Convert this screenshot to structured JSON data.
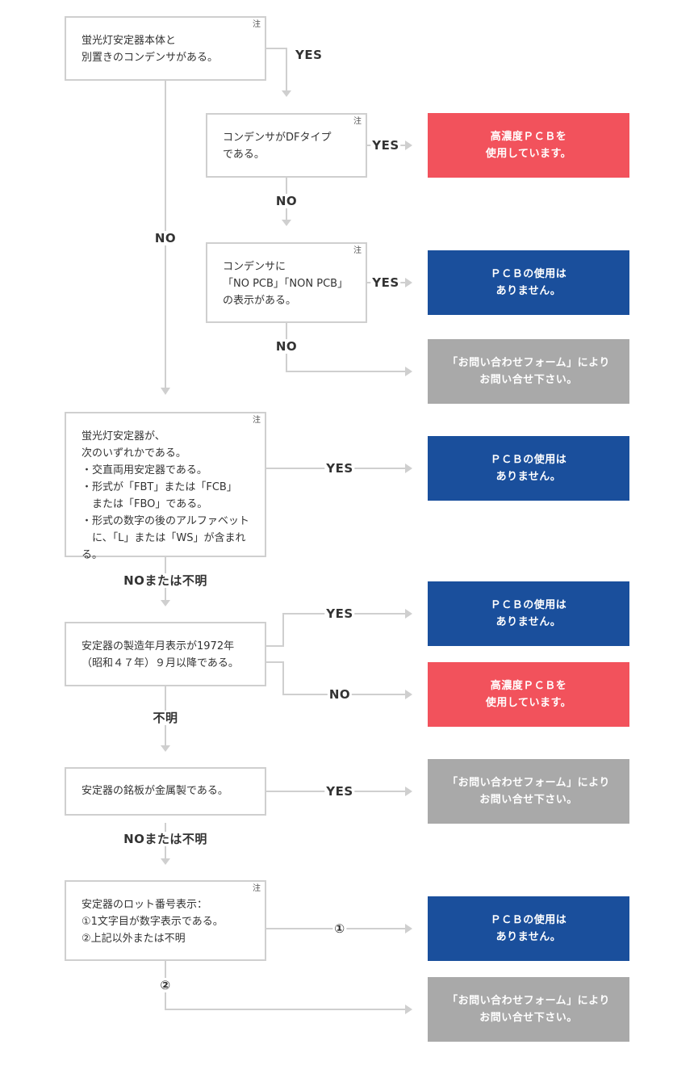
{
  "questions": {
    "q1": {
      "text": "蛍光灯安定器本体と\n別置きのコンデンサがある。",
      "note": "注"
    },
    "q2": {
      "text": "コンデンサがDFタイプ\nである。",
      "note": "注"
    },
    "q3": {
      "text": "コンデンサに\n「NO PCB」「NON PCB」\nの表示がある。",
      "note": "注"
    },
    "q4": {
      "text": "蛍光灯安定器が、\n次のいずれかである。\n・交直両用安定器である。\n・形式が「FBT」または「FCB」\n　または「FBO」である。\n・形式の数字の後のアルファベット\n　に、「L」または「WS」が含まれる。",
      "note": "注"
    },
    "q5": {
      "text": "安定器の製造年月表示が1972年\n（昭和４７年）９月以降である。"
    },
    "q6": {
      "text": "安定器の銘板が金属製である。"
    },
    "q7": {
      "text": "安定器のロット番号表示：\n①1文字目が数字表示である。\n②上記以外または不明",
      "note": "注"
    }
  },
  "results": {
    "r1": {
      "text": "高濃度ＰＣＢを\n使用しています。",
      "color": "#f2525c"
    },
    "r2": {
      "text": "ＰＣＢの使用は\nありません。",
      "color": "#1a4f9c"
    },
    "r3": {
      "text": "「お問い合わせフォーム」により\nお問い合せ下さい。",
      "color": "#a9a9a9"
    },
    "r4": {
      "text": "ＰＣＢの使用は\nありません。",
      "color": "#1a4f9c"
    },
    "r5": {
      "text": "ＰＣＢの使用は\nありません。",
      "color": "#1a4f9c"
    },
    "r6": {
      "text": "高濃度ＰＣＢを\n使用しています。",
      "color": "#f2525c"
    },
    "r7": {
      "text": "「お問い合わせフォーム」により\nお問い合せ下さい。",
      "color": "#a9a9a9"
    },
    "r8": {
      "text": "ＰＣＢの使用は\nありません。",
      "color": "#1a4f9c"
    },
    "r9": {
      "text": "「お問い合わせフォーム」により\nお問い合せ下さい。",
      "color": "#a9a9a9"
    }
  },
  "labels": {
    "yes": "YES",
    "no": "NO",
    "no_or_unknown": "NOまたは不明",
    "unknown": "不明",
    "circle1": "①",
    "circle2": "②"
  },
  "colors": {
    "connector": "#cfcfcf",
    "text": "#333333"
  }
}
